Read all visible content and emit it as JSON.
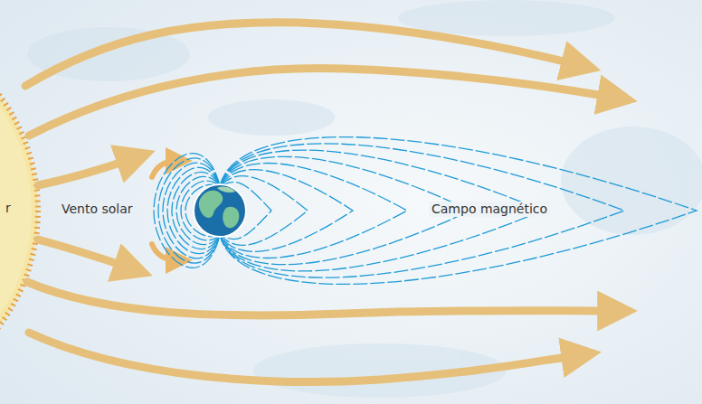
{
  "diagram": {
    "labels": [
      "r",
      "Vento solar",
      "Campo magnético"
    ]
  }
}
